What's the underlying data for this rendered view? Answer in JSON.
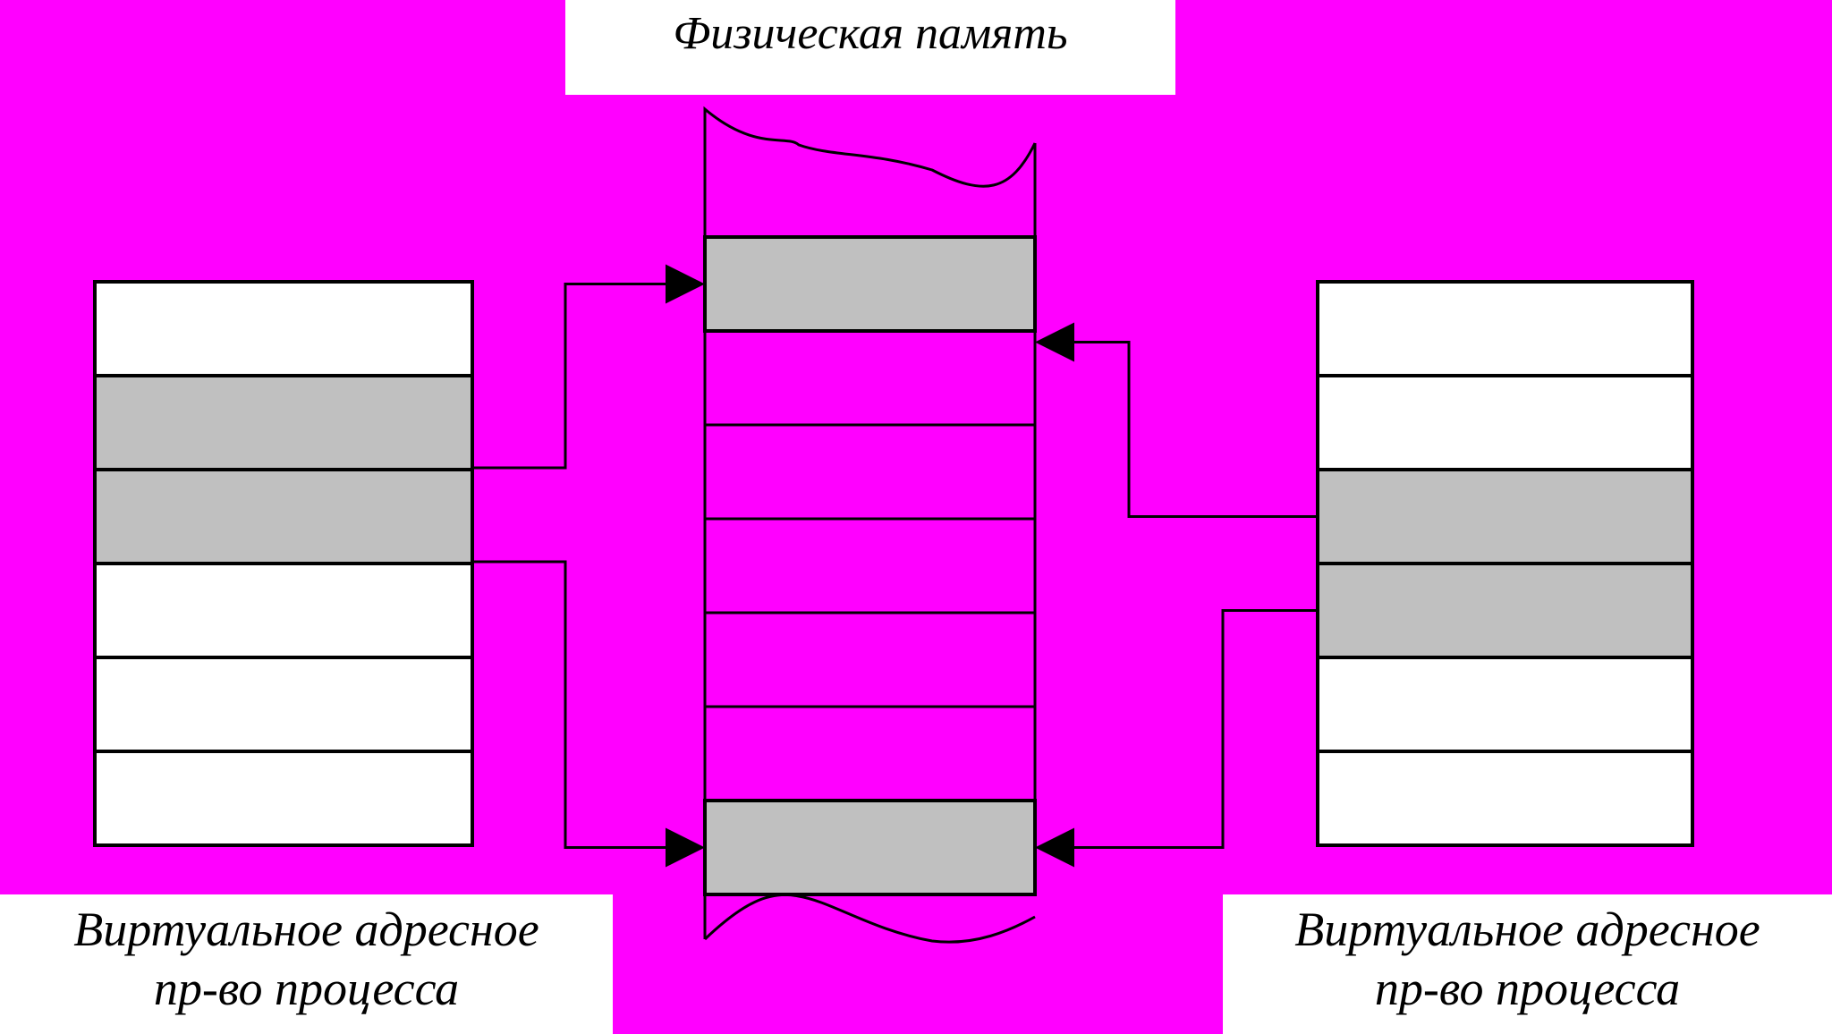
{
  "title": "Физическая память",
  "left_caption": {
    "line1": "Виртуальное адресное",
    "line2": "пр-во процесса"
  },
  "right_caption": {
    "line1": "Виртуальное адресное",
    "line2": "пр-во процесса"
  },
  "colors": {
    "background": "#ff00ff",
    "mapped_page": "#c0c0c0",
    "free_page": "#ffffff",
    "line": "#000000"
  },
  "memory": {
    "left_process_pages": [
      "free",
      "mapped",
      "mapped",
      "free",
      "free",
      "free"
    ],
    "physical_frames": [
      "mapped",
      "empty",
      "empty",
      "empty",
      "empty",
      "empty",
      "mapped"
    ],
    "right_process_pages": [
      "free",
      "free",
      "mapped",
      "mapped",
      "free",
      "free"
    ],
    "mappings": [
      {
        "from": "left",
        "page": 2,
        "to_frame": 1
      },
      {
        "from": "left",
        "page": 3,
        "to_frame": 7
      },
      {
        "from": "right",
        "page": 3,
        "to_frame": 2
      },
      {
        "from": "right",
        "page": 4,
        "to_frame": 7
      }
    ]
  }
}
